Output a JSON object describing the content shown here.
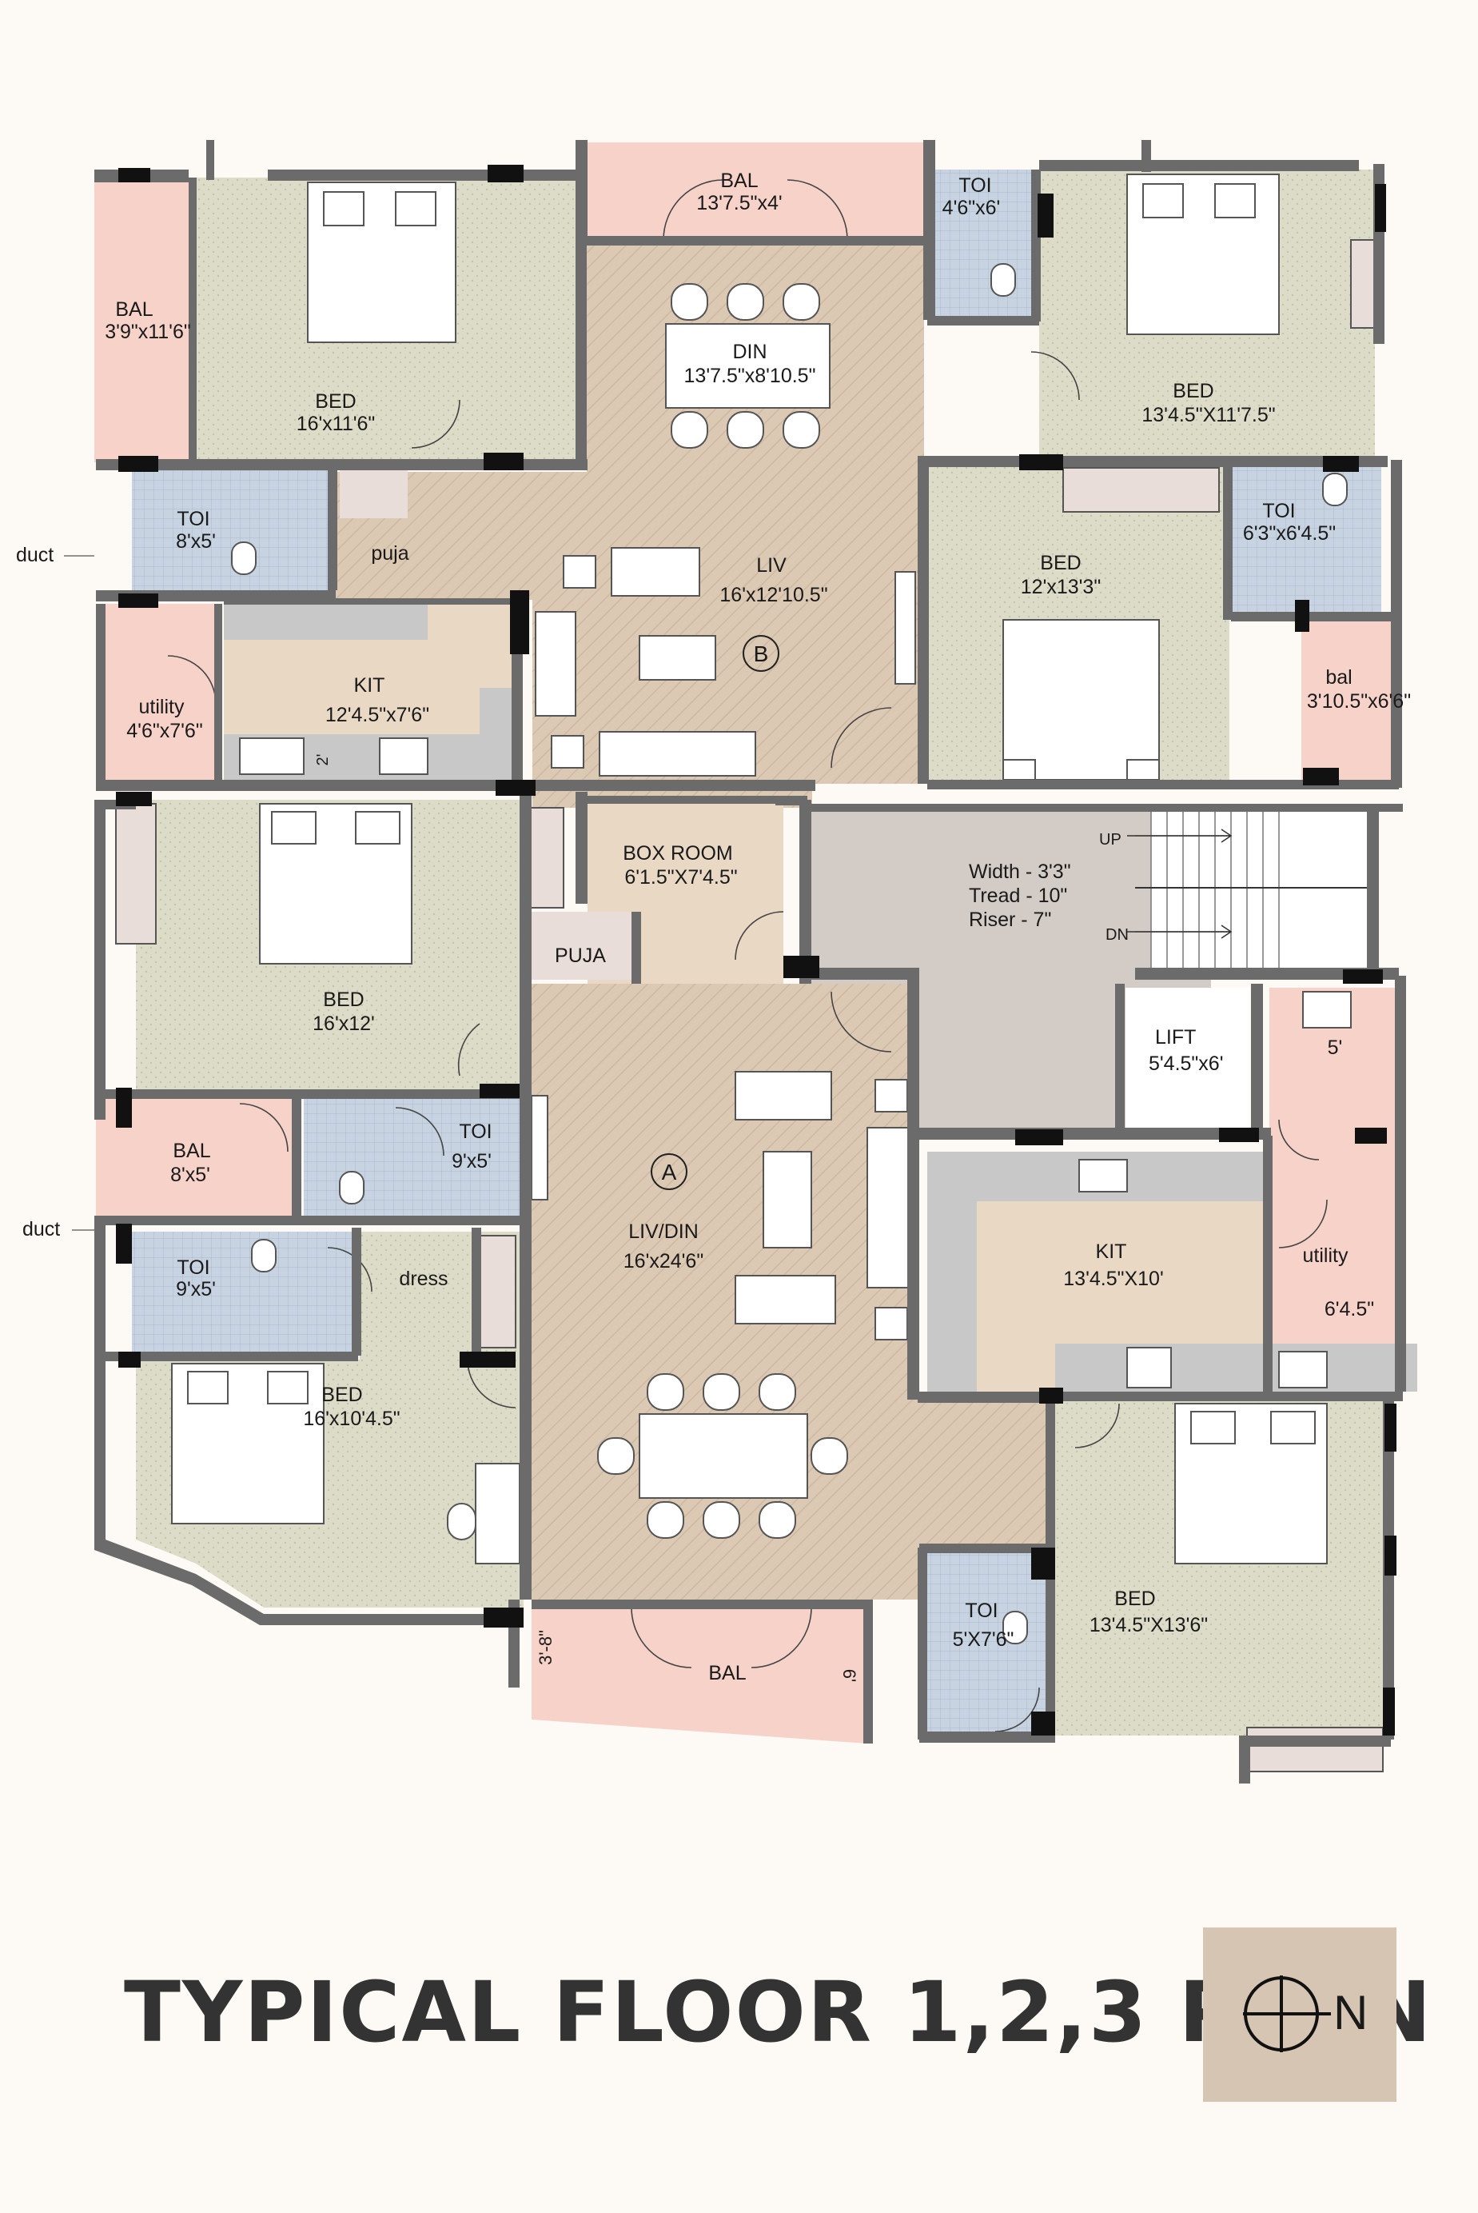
{
  "plan": {
    "title": "TYPICAL FLOOR 1,2,3 PLAN",
    "north_label": "N",
    "colors": {
      "bedroom": "#dcdcc8",
      "living": "#dcc9b4",
      "kitchen": "#e8d8c4",
      "toilet": "#c7d3e0",
      "balcony": "#f6d2c9",
      "utility": "#f6d2c9",
      "wall": "#6b6b6b",
      "column": "#111111",
      "counter": "#c8c8c8",
      "stair": "#d3cbc5",
      "compass_bg": "#d6c5b3"
    }
  },
  "rooms": {
    "bal_top_name": "BAL",
    "bal_top_dim": "13'7.5\"x4'",
    "toi_top_name": "TOI",
    "toi_top_dim": "4'6\"x6'",
    "bal_left_name": "BAL",
    "bal_left_dim": "3'9\"x11'6\"",
    "bed_nw_name": "BED",
    "bed_nw_dim": "16'x11'6\"",
    "din_name": "DIN",
    "din_dim": "13'7.5\"x8'10.5\"",
    "bed_ne_name": "BED",
    "bed_ne_dim": "13'4.5\"X11'7.5\"",
    "toi_nw_name": "TOI",
    "toi_nw_dim": "8'x5'",
    "puja_top": "puja",
    "liv_name": "LIV",
    "liv_dim": "16'x12'10.5\"",
    "flat_b": "B",
    "bed_b2_name": "BED",
    "bed_b2_dim": "12'x13'3\"",
    "toi_ne_name": "TOI",
    "toi_ne_dim": "6'3\"x6'4.5\"",
    "bal_small_name": "bal",
    "bal_small_dim": "3'10.5\"x6'6\"",
    "kit_b_name": "KIT",
    "kit_b_dim": "12'4.5\"x7'6\"",
    "kit_b_counter": "2'",
    "utility_b_name": "utility",
    "utility_b_dim": "4'6\"x7'6\"",
    "duct_top": "duct",
    "boxroom_name": "BOX ROOM",
    "boxroom_dim": "6'1.5\"X7'4.5\"",
    "puja_a": "PUJA",
    "stair_width": "Width - 3'3\"",
    "stair_tread": "Tread - 10\"",
    "stair_riser": "Riser - 7\"",
    "stair_up": "UP",
    "stair_dn": "DN",
    "lift_name": "LIFT",
    "lift_dim": "5'4.5\"x6'",
    "util_a_top_dim": "5'",
    "bed_a1_name": "BED",
    "bed_a1_dim": "16'x12'",
    "bal_a_name": "BAL",
    "bal_a_dim": "8'x5'",
    "toi_a1_name": "TOI",
    "toi_a1_dim": "9'x5'",
    "flat_a": "A",
    "livdin_name": "LIV/DIN",
    "livdin_dim": "16'x24'6\"",
    "kit_a_name": "KIT",
    "kit_a_dim": "13'4.5\"X10'",
    "utility_a_name": "utility",
    "utility_a_dim": "6'4.5\"",
    "duct_bottom": "duct",
    "toi_a2_name": "TOI",
    "toi_a2_dim": "9'x5'",
    "dress": "dress",
    "bed_a2_name": "BED",
    "bed_a2_dim": "16'x10'4.5\"",
    "toi_a3_name": "TOI",
    "toi_a3_dim": "5'X7'6\"",
    "bed_a3_name": "BED",
    "bed_a3_dim": "13'4.5\"X13'6\"",
    "bal_bottom_name": "BAL",
    "bal_bottom_dim_left": "3'-8\"",
    "bal_bottom_dim_right": "6'"
  }
}
